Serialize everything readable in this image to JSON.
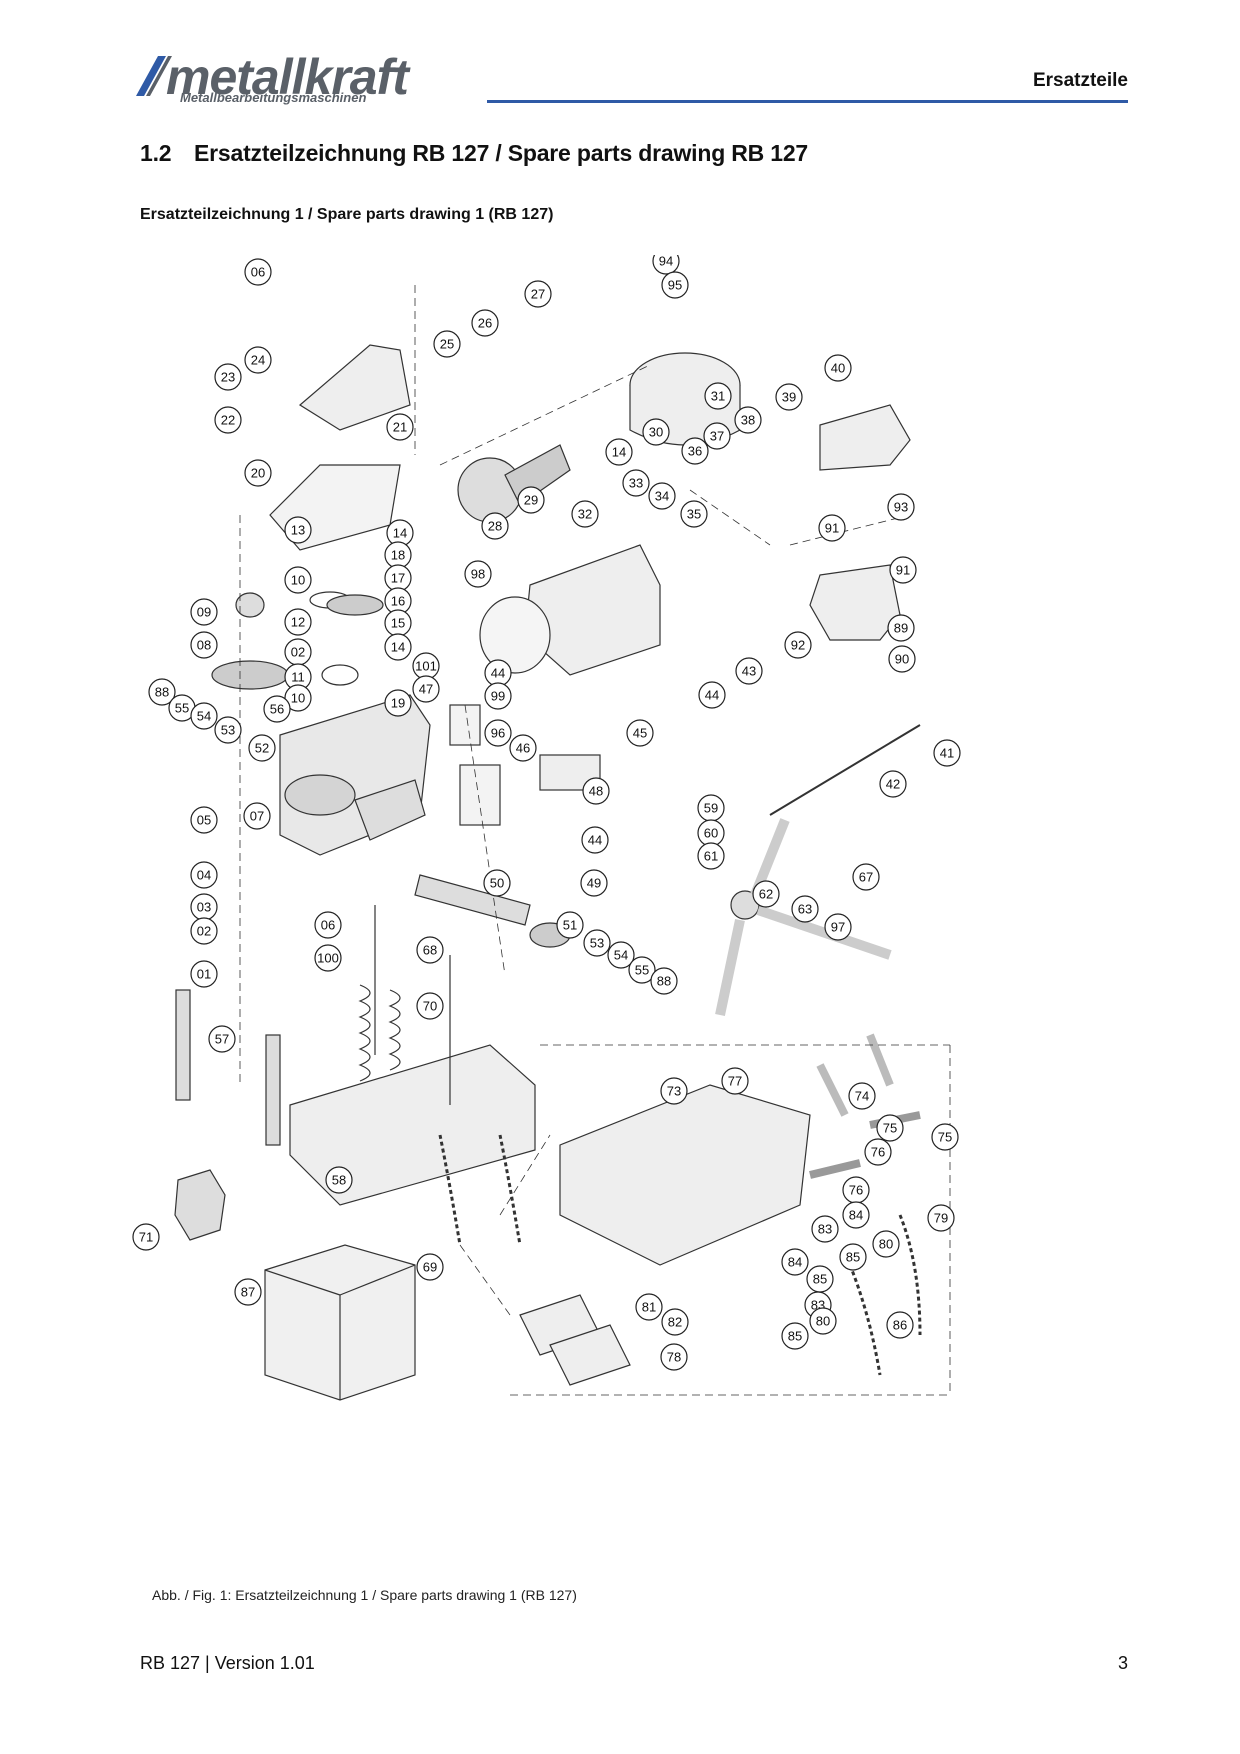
{
  "header": {
    "brand": "metallkraft",
    "brand_subline": "Metallbearbeitungsmaschinen",
    "section": "Ersatzteile"
  },
  "heading": {
    "number": "1.2",
    "title": "Ersatzteilzeichnung RB 127 / Spare parts drawing RB 127"
  },
  "subheading": "Ersatzteilzeichnung 1 / Spare parts drawing 1 (RB 127)",
  "callouts": [
    "06",
    "24",
    "23",
    "22",
    "20",
    "21",
    "13",
    "14",
    "18",
    "10",
    "17",
    "16",
    "15",
    "12",
    "09",
    "08",
    "02",
    "11",
    "10",
    "14",
    "19",
    "101",
    "44",
    "47",
    "99",
    "96",
    "88",
    "55",
    "54",
    "53",
    "56",
    "52",
    "07",
    "05",
    "04",
    "03",
    "02",
    "06",
    "100",
    "01",
    "57",
    "71",
    "87",
    "58",
    "69",
    "68",
    "70",
    "50",
    "51",
    "53",
    "54",
    "55",
    "88",
    "46",
    "48",
    "44",
    "49",
    "45",
    "43",
    "44",
    "94",
    "95",
    "27",
    "26",
    "25",
    "31",
    "30",
    "14",
    "29",
    "28",
    "32",
    "98",
    "40",
    "39",
    "38",
    "37",
    "36",
    "33",
    "34",
    "35",
    "91",
    "93",
    "91",
    "89",
    "90",
    "92",
    "41",
    "42",
    "59",
    "60",
    "61",
    "62",
    "63",
    "67",
    "97",
    "73",
    "77",
    "74",
    "75",
    "76",
    "75",
    "76",
    "84",
    "80",
    "83",
    "85",
    "84",
    "83",
    "85",
    "79",
    "80",
    "85",
    "86",
    "81",
    "82",
    "78"
  ],
  "caption": "Abb. / Fig. 1: Ersatzteilzeichnung 1 / Spare parts drawing 1 (RB 127)",
  "footer": {
    "left": "RB 127 | Version 1.01",
    "page": "3"
  },
  "colors": {
    "rule": "#2f5aa6",
    "logo": "#5a6068",
    "logo_accent": "#2f5aa6"
  }
}
